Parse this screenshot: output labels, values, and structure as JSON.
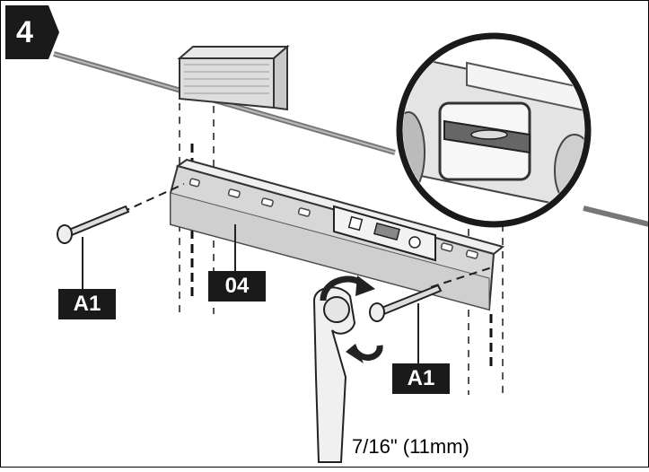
{
  "step": {
    "number": "4"
  },
  "labels": {
    "screw_left": "A1",
    "bracket": "04",
    "screw_right": "A1",
    "wrench_size": "7/16\" (11mm)"
  }
}
